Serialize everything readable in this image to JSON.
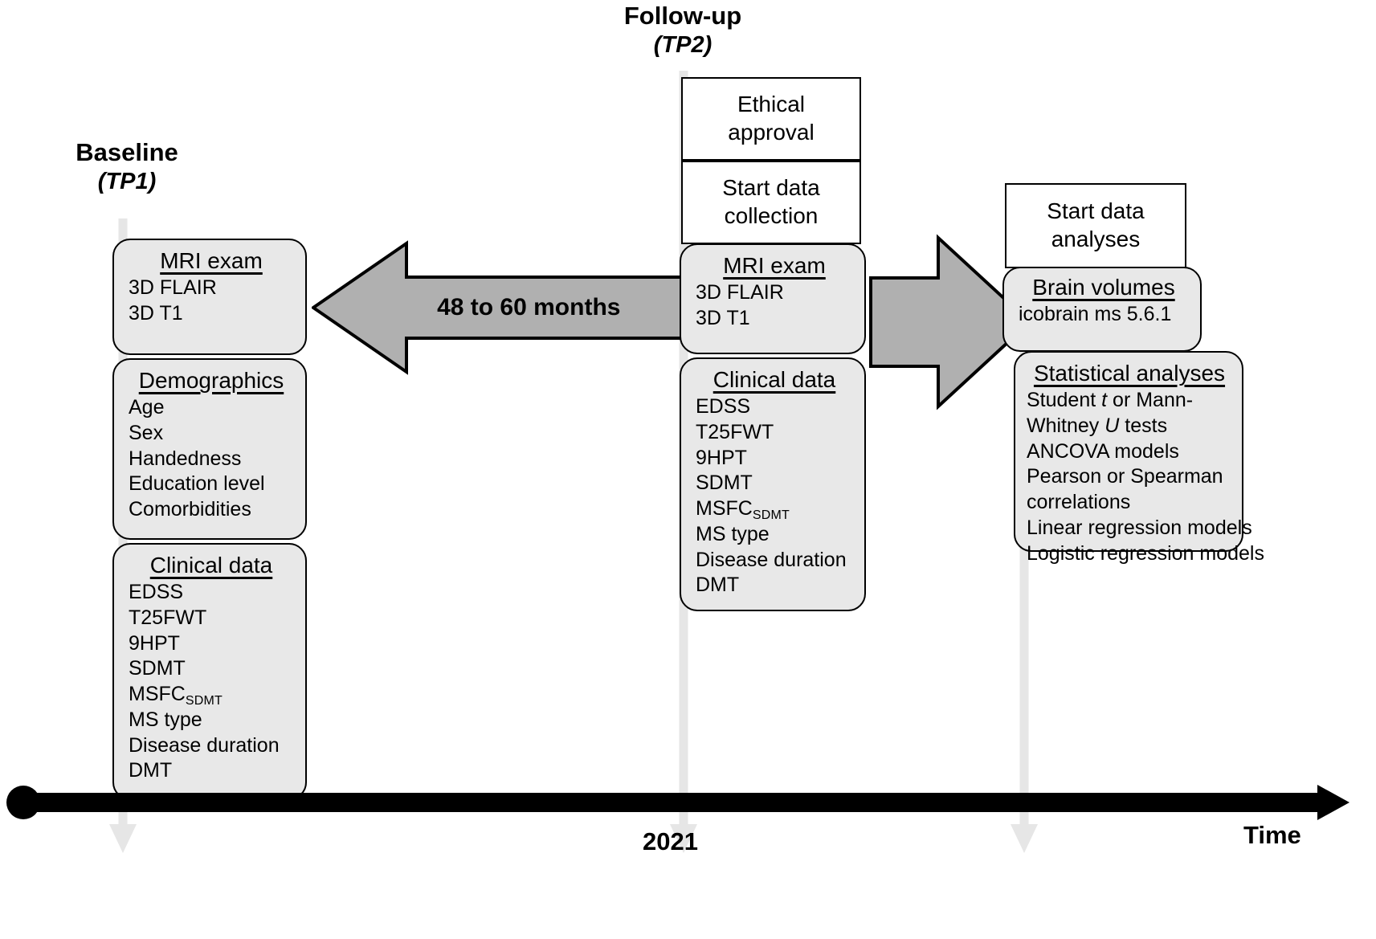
{
  "diagram": {
    "title": "Study design timeline",
    "colors": {
      "box_fill": "#e8e8e8",
      "box_stroke": "#000000",
      "guide_arrow": "#e6e6e6",
      "block_arrow_fill": "#b0b0b0",
      "timeline": "#000000"
    }
  },
  "timepoints": {
    "baseline": {
      "label": "Baseline",
      "sub": "(TP1)"
    },
    "followup": {
      "label": "Follow-up",
      "sub": "(TP2)"
    }
  },
  "interval_arrow": {
    "label": "48 to 60 months",
    "direction": "left"
  },
  "forward_arrow": {
    "label": "",
    "direction": "right"
  },
  "timeline": {
    "year_tick": "2021",
    "axis_label": "Time"
  },
  "boxes": {
    "baseline_mri": {
      "title": "MRI exam",
      "items": [
        "3D FLAIR",
        "3D T1"
      ]
    },
    "baseline_demographics": {
      "title": "Demographics",
      "items": [
        "Age",
        "Sex",
        "Handedness",
        "Education level",
        "Comorbidities"
      ]
    },
    "baseline_clinical": {
      "title": "Clinical data",
      "items": [
        "EDSS",
        "T25FWT",
        "9HPT",
        "SDMT",
        "MSFC_SDMT",
        "MS type",
        "Disease duration",
        "DMT"
      ],
      "msfc_base": "MSFC",
      "msfc_sub": "SDMT"
    },
    "ethical_approval": {
      "label": "Ethical approval",
      "line1": "Ethical",
      "line2": "approval"
    },
    "start_data_collection": {
      "label": "Start data collection",
      "line1": "Start data",
      "line2": "collection"
    },
    "followup_mri": {
      "title": "MRI exam",
      "items": [
        "3D FLAIR",
        "3D T1"
      ]
    },
    "followup_clinical": {
      "title": "Clinical data",
      "items": [
        "EDSS",
        "T25FWT",
        "9HPT",
        "SDMT",
        "MSFC_SDMT",
        "MS type",
        "Disease duration",
        "DMT"
      ],
      "msfc_base": "MSFC",
      "msfc_sub": "SDMT"
    },
    "start_data_analyses": {
      "label": "Start data analyses",
      "line1": "Start data",
      "line2": "analyses"
    },
    "brain_volumes": {
      "title": "Brain volumes",
      "items": [
        "icobrain ms 5.6.1"
      ]
    },
    "statistical_analyses": {
      "title": "Statistical analyses",
      "items": [
        "Student t or Mann-Whitney U tests",
        "ANCOVA models",
        "Pearson or Spearman correlations",
        "Linear regression models",
        "Logistic regression models"
      ],
      "line_student_a": "Student ",
      "line_student_t": "t",
      "line_student_b": " or Mann-",
      "line_whitney_a": "Whitney ",
      "line_whitney_u": "U",
      "line_whitney_b": " tests",
      "line_ancova": "ANCOVA models",
      "line_pearson_a": "Pearson or Spearman",
      "line_pearson_b": "correlations",
      "line_linear": "Linear regression models",
      "line_logistic": "Logistic regression models"
    }
  }
}
